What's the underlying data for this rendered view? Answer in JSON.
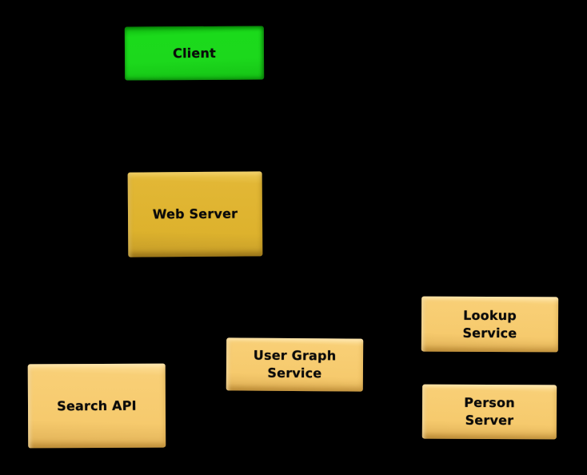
{
  "canvas": {
    "background_color": "#000000"
  },
  "diagram": {
    "type": "architecture-diagram",
    "nodes": [
      {
        "id": "client",
        "label": "Client",
        "fill": "#1cd81c",
        "text_color": "#000000"
      },
      {
        "id": "web-server",
        "label": "Web Server",
        "fill": "#ddb22d",
        "text_color": "#000000"
      },
      {
        "id": "lookup-service",
        "label": "Lookup\nService",
        "fill": "#f6ca6d",
        "text_color": "#000000"
      },
      {
        "id": "user-graph-service",
        "label": "User Graph\nService",
        "fill": "#f6ca6d",
        "text_color": "#000000"
      },
      {
        "id": "search-api",
        "label": "Search API",
        "fill": "#f6ca6d",
        "text_color": "#000000"
      },
      {
        "id": "person-server",
        "label": "Person\nServer",
        "fill": "#f6ca6d",
        "text_color": "#000000"
      }
    ]
  }
}
